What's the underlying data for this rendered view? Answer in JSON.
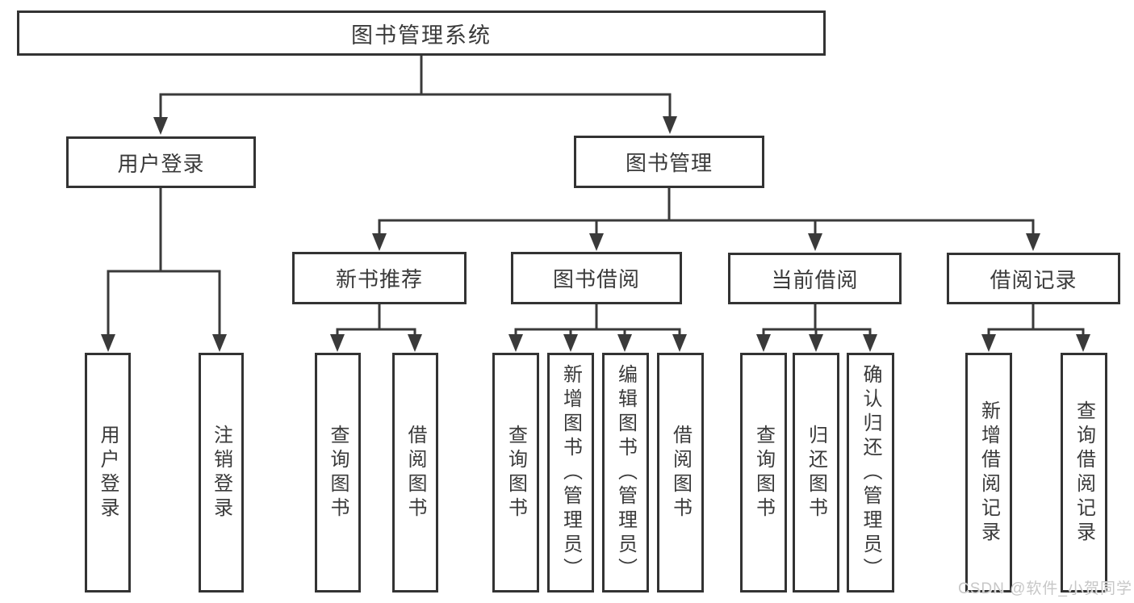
{
  "diagram_title": "图书管理系统",
  "tree": {
    "label": "图书管理系统",
    "children": [
      {
        "label": "用户登录",
        "children": [
          {
            "label": "用户登录"
          },
          {
            "label": "注销登录"
          }
        ]
      },
      {
        "label": "图书管理",
        "children": [
          {
            "label": "新书推荐",
            "children": [
              {
                "label": "查询图书"
              },
              {
                "label": "借阅图书"
              }
            ]
          },
          {
            "label": "图书借阅",
            "children": [
              {
                "label": "查询图书"
              },
              {
                "label": "新增图书（管理员）"
              },
              {
                "label": "编辑图书（管理员）"
              },
              {
                "label": "借阅图书"
              }
            ]
          },
          {
            "label": "当前借阅",
            "children": [
              {
                "label": "查询图书"
              },
              {
                "label": "归还图书"
              },
              {
                "label": "确认归还（管理员）"
              }
            ]
          },
          {
            "label": "借阅记录",
            "children": [
              {
                "label": "新增借阅记录"
              },
              {
                "label": "查询借阅记录"
              }
            ]
          }
        ]
      }
    ]
  },
  "watermark": {
    "text": "CSDN @软件_小贺同学"
  },
  "colors": {
    "line": "#3a3a3a",
    "border": "#333333",
    "text": "#3a3a3a",
    "watermark": "#c7c7c7",
    "background": "#ffffff"
  }
}
